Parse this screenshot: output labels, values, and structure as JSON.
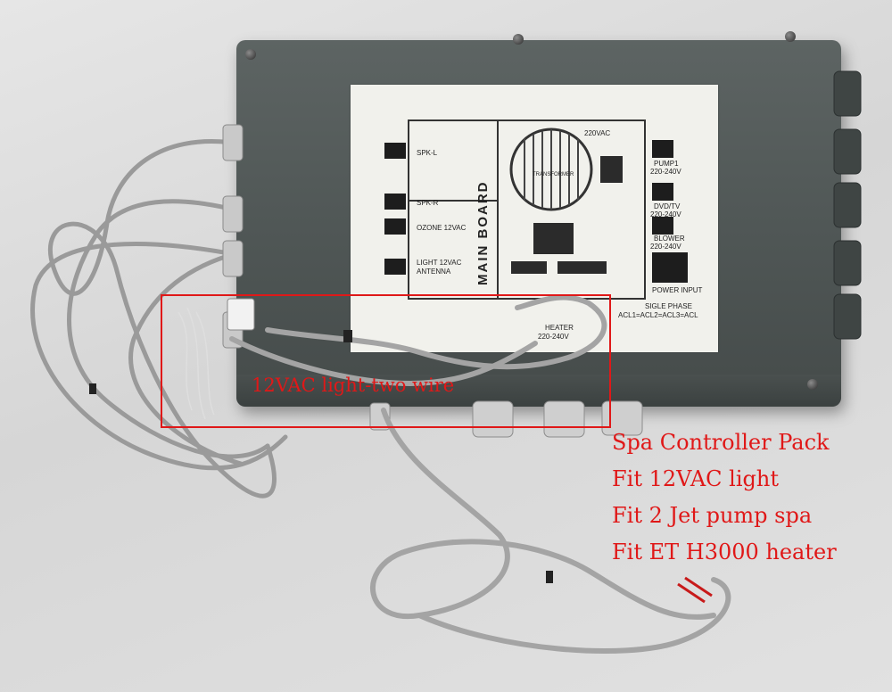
{
  "photo": {
    "subject": "spa-controller-pack",
    "board_labels": {
      "main_board": "MAIN BOARD",
      "spk_l": "SPK-L",
      "spk_r": "SPK-R",
      "ozone": "OZONE 12VAC",
      "light": "LIGHT 12VAC",
      "antenna": "ANTENNA",
      "vac_220": "220VAC",
      "transformer": "TRANSFORMER",
      "pump1": "PUMP1",
      "pump1_volt": "220-240V",
      "dvd": "DVD/TV",
      "dvd_volt": "220-240V",
      "blower": "BLOWER",
      "blower_volt": "220-240V",
      "power_input": "POWER INPUT",
      "single_phase": "SIGLE PHASE",
      "acl_formula": "ACL1=ACL2=ACL3=ACL",
      "heater": "HEATER",
      "heater_volt": "220-240V"
    }
  },
  "callout": {
    "label": "12VAC light-two wire",
    "color": "#e01818"
  },
  "specs": {
    "color": "#e01818",
    "lines": [
      "Spa Controller Pack",
      "Fit 12VAC light",
      "Fit 2 Jet pump spa",
      "Fit ET H3000 heater"
    ]
  }
}
